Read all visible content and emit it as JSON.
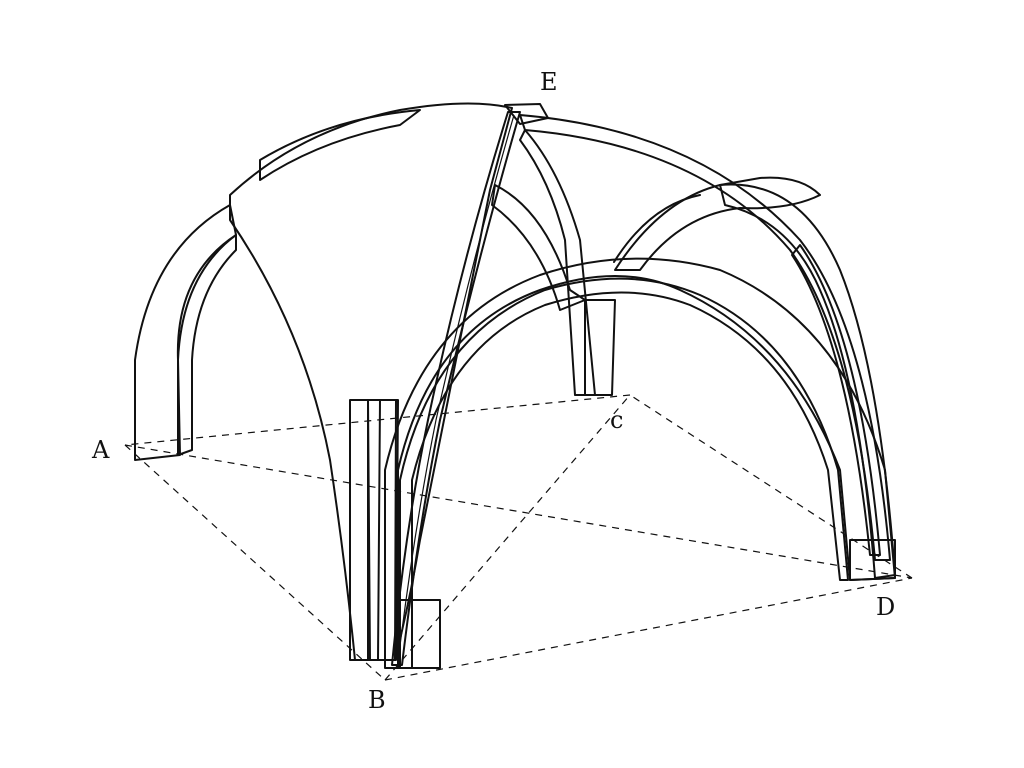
{
  "diagram": {
    "labels": {
      "a": "A",
      "b": "B",
      "c": "c",
      "d": "D",
      "e": "E"
    }
  }
}
